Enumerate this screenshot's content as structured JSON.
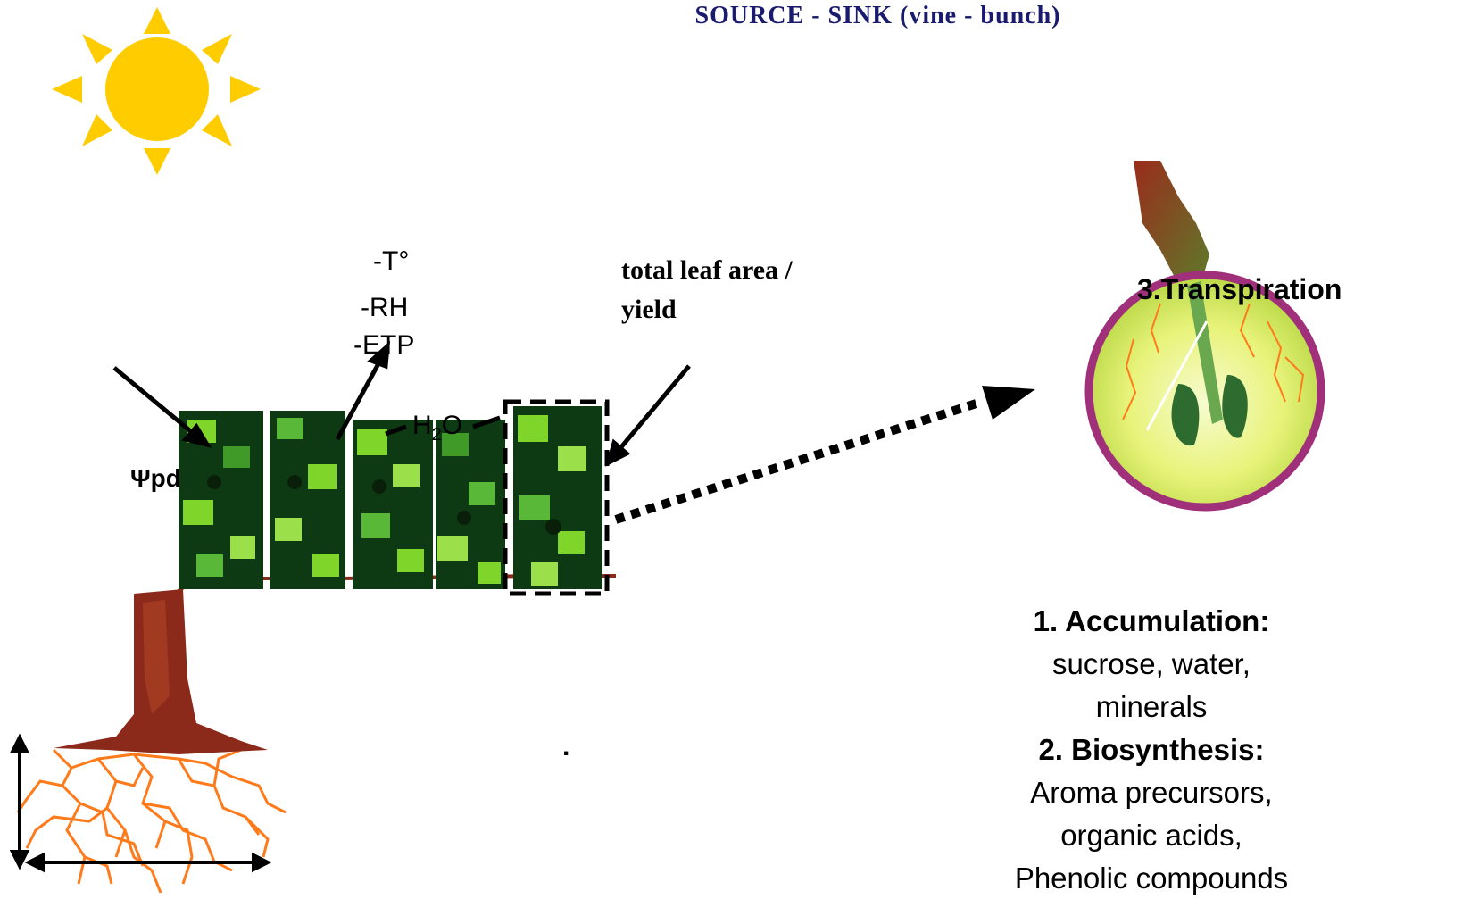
{
  "title": "SOURCE - SINK (vine - bunch)",
  "labels": {
    "temperature": "-T°",
    "rh": "-RH",
    "etp": "-ETP",
    "water_base": "H",
    "water_sub": "2",
    "water_end": "O",
    "psi_pd": "Ψpd",
    "leaf_area_line1": "total leaf area /",
    "leaf_area_line2": "yield",
    "transpiration": "3.Transpiration",
    "dot": "."
  },
  "sink": {
    "accumulation_heading": "1. Accumulation:",
    "accumulation_line1": "sucrose, water,",
    "accumulation_line2": "minerals",
    "biosynthesis_heading": "2. Biosynthesis:",
    "biosynthesis_line1": "Aroma precursors,",
    "biosynthesis_line2": "organic acids,",
    "biosynthesis_line3": "Phenolic compounds"
  },
  "colors": {
    "sun": "#FFCC00",
    "trunk": "#8B2A1A",
    "roots": "#FF7A1A",
    "leaf_dark": "#0D3A12",
    "leaf_light": "#7FD52A",
    "berry_fill": "#E8F37A",
    "berry_outline": "#A0307A",
    "title": "#1A1A6E"
  }
}
